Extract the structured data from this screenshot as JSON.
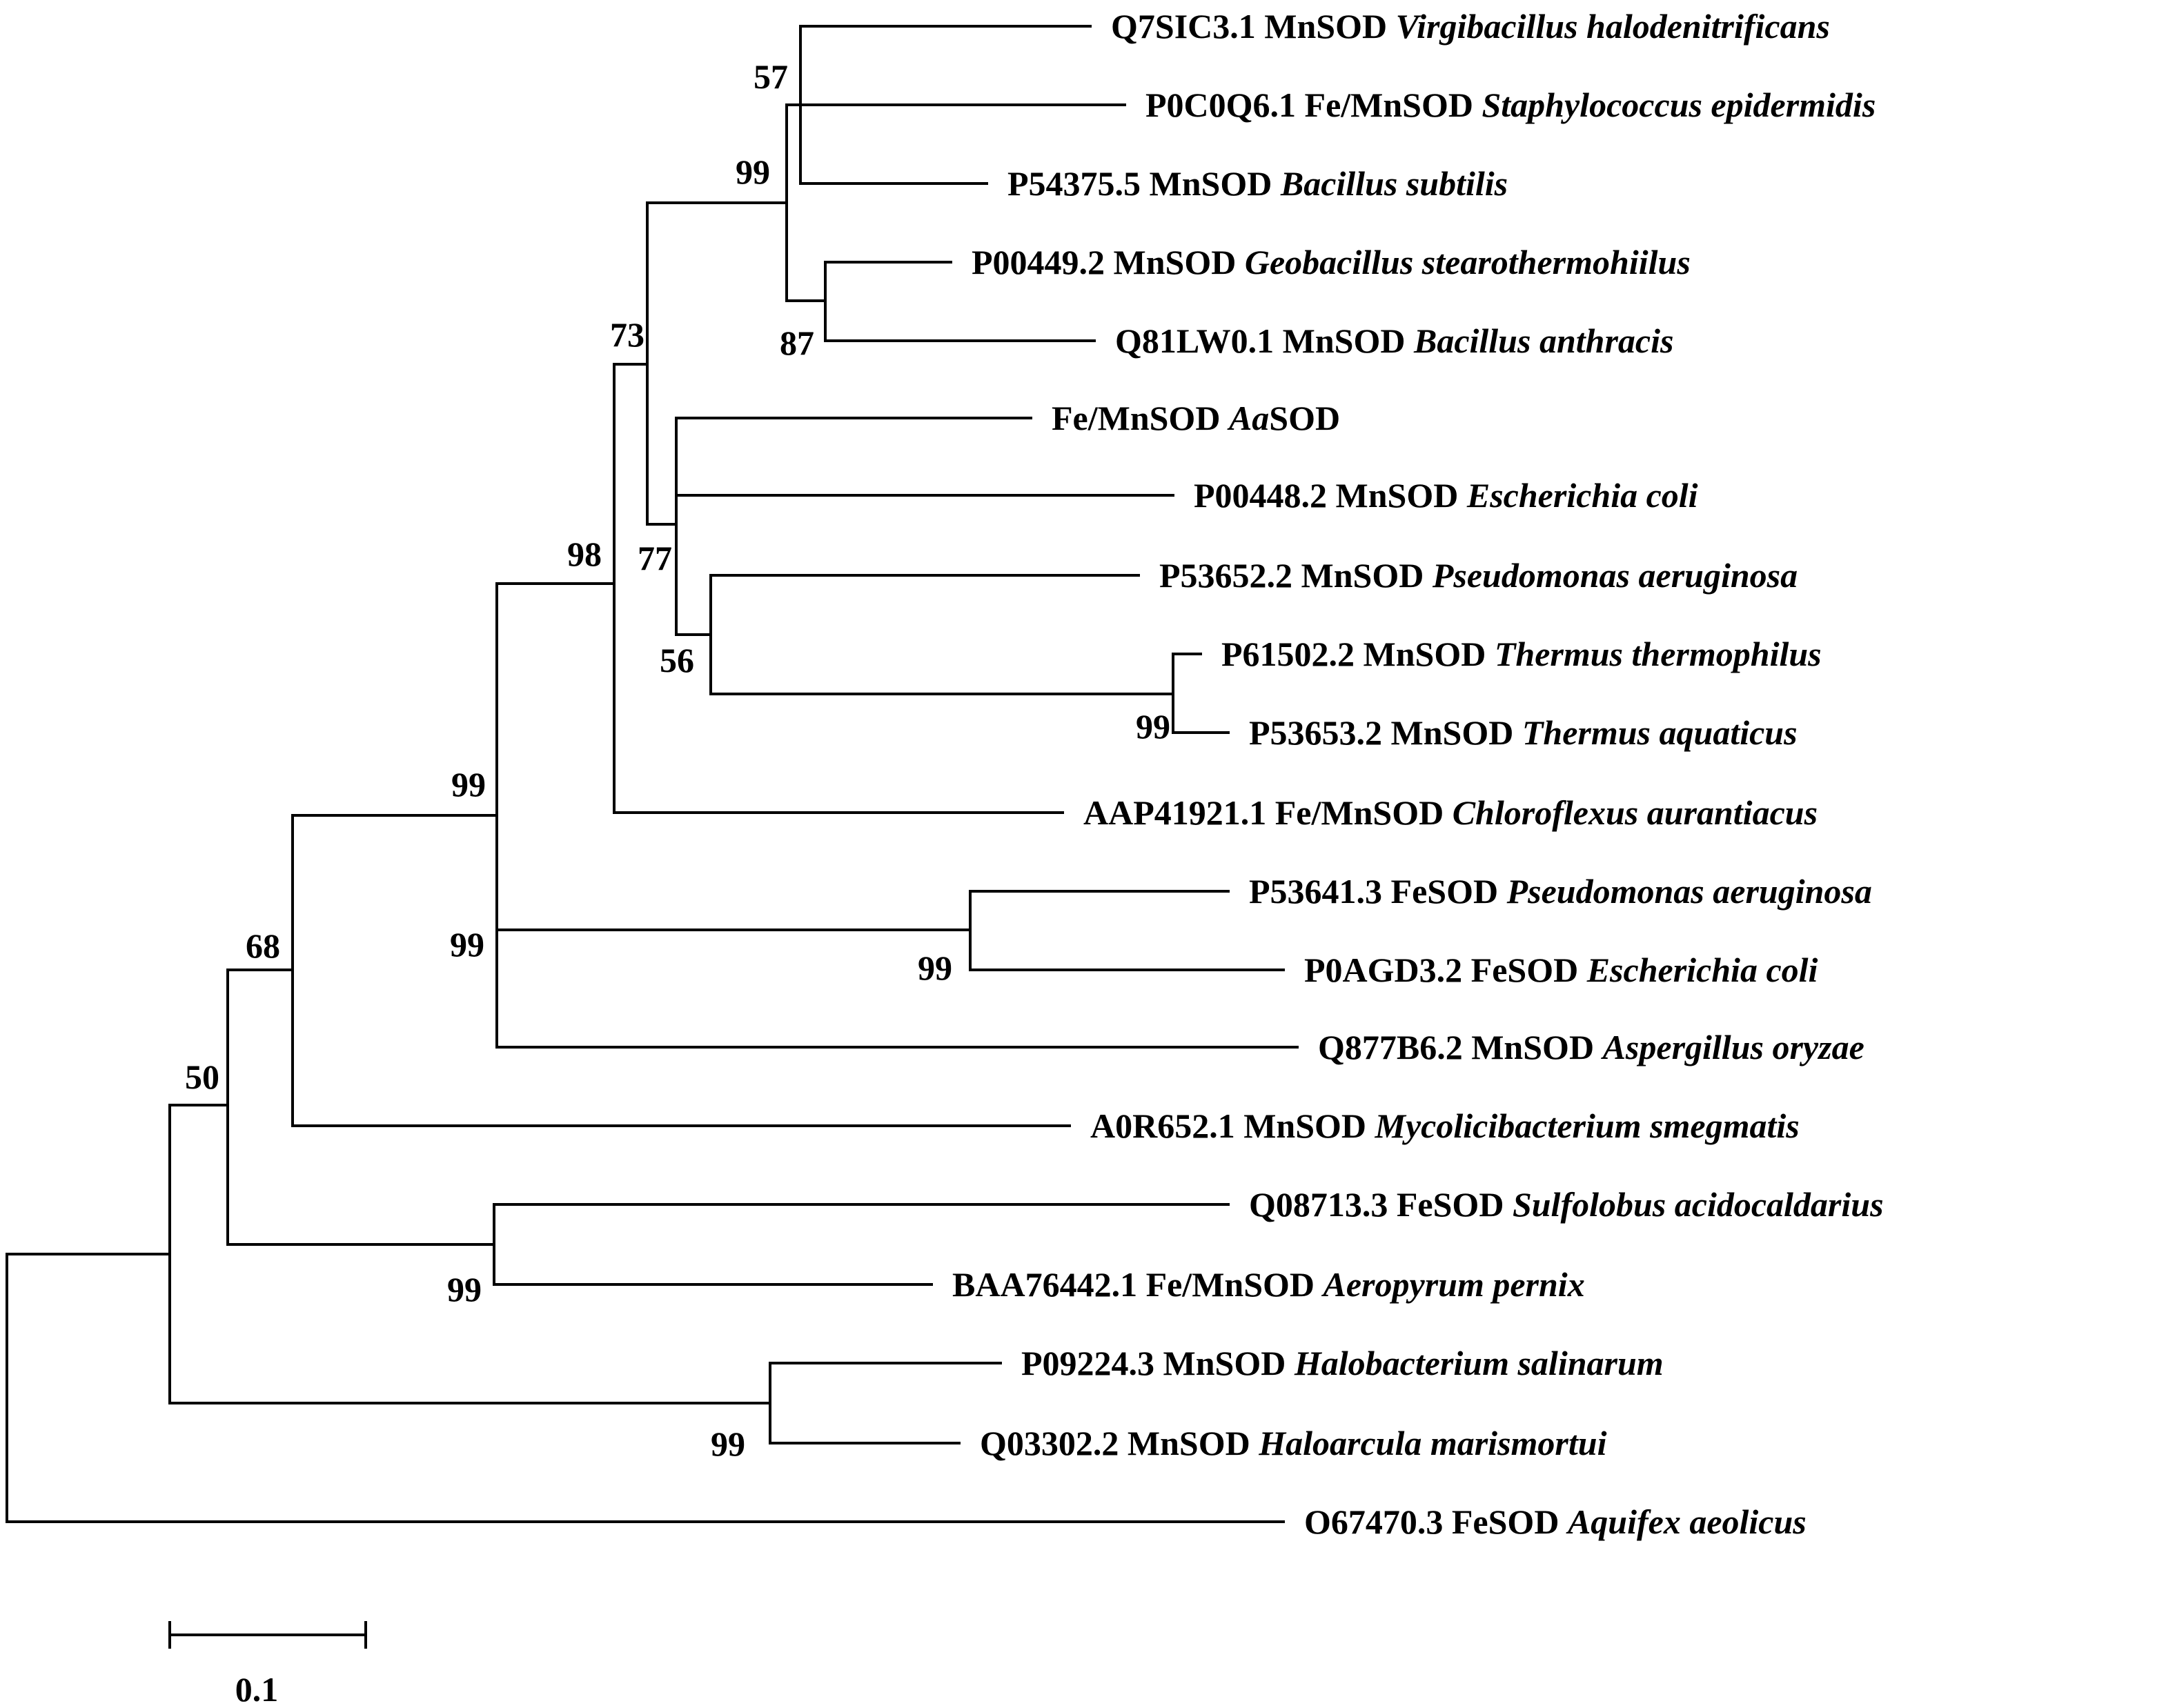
{
  "taxa": [
    {
      "accession": "Q7SIC3.1",
      "type": "MnSOD",
      "species": "Virgibacillus halodenitrificans"
    },
    {
      "accession": "P0C0Q6.1",
      "type": "Fe/MnSOD",
      "species": "Staphylococcus epidermidis"
    },
    {
      "accession": "P54375.5",
      "type": "MnSOD",
      "species": "Bacillus subtilis"
    },
    {
      "accession": "P00449.2",
      "type": "MnSOD",
      "species": "Geobacillus stearothermohiilus"
    },
    {
      "accession": "Q81LW0.1",
      "type": "MnSOD",
      "species": "Bacillus anthracis"
    },
    {
      "accession": "",
      "type": "Fe/MnSOD",
      "species": "Aa",
      "suffix": "SOD"
    },
    {
      "accession": "P00448.2",
      "type": "MnSOD",
      "species": "Escherichia coli"
    },
    {
      "accession": "P53652.2",
      "type": "MnSOD",
      "species": "Pseudomonas aeruginosa"
    },
    {
      "accession": "P61502.2",
      "type": "MnSOD",
      "species": "Thermus thermophilus"
    },
    {
      "accession": "P53653.2",
      "type": "MnSOD",
      "species": "Thermus aquaticus"
    },
    {
      "accession": "AAP41921.1",
      "type": "Fe/MnSOD",
      "species": "Chloroflexus aurantiacus"
    },
    {
      "accession": "P53641.3",
      "type": "FeSOD",
      "species": "Pseudomonas aeruginosa"
    },
    {
      "accession": "P0AGD3.2",
      "type": "FeSOD",
      "species": "Escherichia coli"
    },
    {
      "accession": "Q877B6.2",
      "type": "MnSOD",
      "species": "Aspergillus oryzae"
    },
    {
      "accession": "A0R652.1",
      "type": "MnSOD",
      "species": "Mycolicibacterium smegmatis"
    },
    {
      "accession": "Q08713.3",
      "type": "FeSOD",
      "species": "Sulfolobus acidocaldarius"
    },
    {
      "accession": "BAA76442.1",
      "type": "Fe/MnSOD",
      "species": "Aeropyrum pernix"
    },
    {
      "accession": "P09224.3",
      "type": "MnSOD",
      "species": "Halobacterium salinarum"
    },
    {
      "accession": "Q03302.2",
      "type": "MnSOD",
      "species": "Haloarcula marismortui"
    },
    {
      "accession": "O67470.3",
      "type": "FeSOD",
      "species": "Aquifex aeolicus"
    }
  ],
  "bootstrap": [
    "57",
    "99",
    "87",
    "73",
    "77",
    "56",
    "99",
    "98",
    "99",
    "99",
    "99",
    "68",
    "99",
    "50",
    "99"
  ],
  "scale_bar": {
    "value": 0.1,
    "label": "0.1"
  }
}
